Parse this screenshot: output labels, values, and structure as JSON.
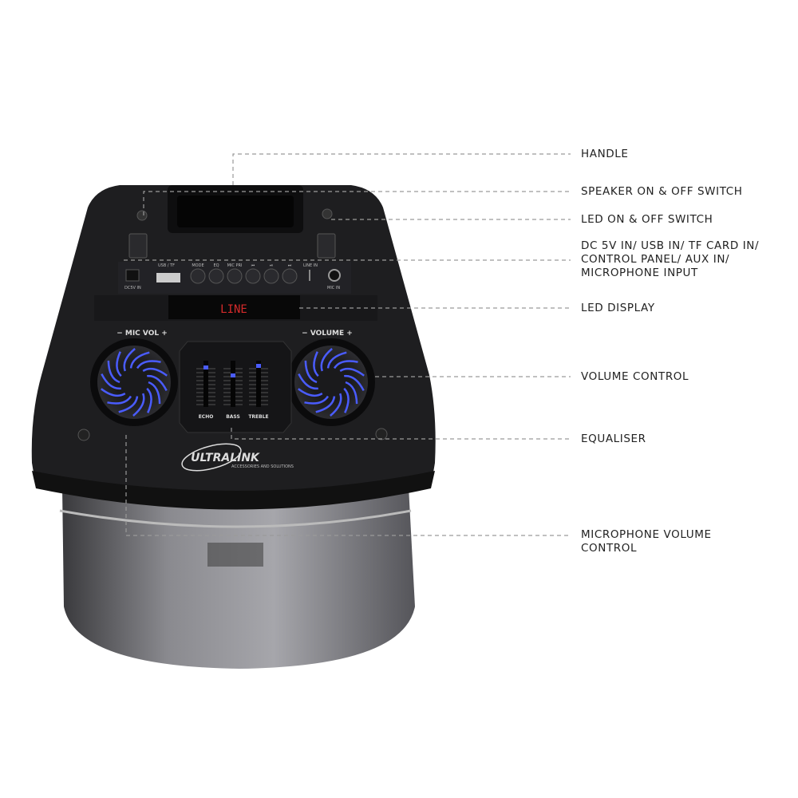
{
  "callouts": [
    {
      "id": "handle",
      "label": "HANDLE"
    },
    {
      "id": "speaker-switch",
      "label": "SPEAKER ON & OFF SWITCH"
    },
    {
      "id": "led-switch",
      "label": "LED ON & OFF SWITCH"
    },
    {
      "id": "inputs",
      "label": "DC 5V IN/ USB IN/ TF CARD IN/\nCONTROL PANEL/ AUX IN/\nMICROPHONE INPUT"
    },
    {
      "id": "led-display",
      "label": "LED DISPLAY"
    },
    {
      "id": "volume-control",
      "label": "VOLUME CONTROL"
    },
    {
      "id": "equaliser",
      "label": "EQUALISER"
    },
    {
      "id": "mic-volume",
      "label": "MICROPHONE VOLUME\nCONTROL"
    }
  ],
  "panel": {
    "display_text": "LINE",
    "mic_vol": "− MIC VOL +",
    "volume": "− VOLUME +",
    "dc_in": "DC5V IN",
    "usb_tf": "USB / TF",
    "line_in": "LINE IN",
    "mic_in": "MIC IN",
    "buttons": [
      "MODE",
      "EQ",
      "MIC PRI",
      "⏮",
      "⏯",
      "⏭"
    ],
    "eq": [
      "ECHO",
      "BASS",
      "TREBLE"
    ],
    "brand": "ULTRALINK",
    "brand_tagline": "ACCESSORIES AND SOLUTIONS"
  },
  "colors": {
    "led_blue": "#4a5cff",
    "display_red": "#d42a2a",
    "body_dark": "#1e1e20"
  }
}
